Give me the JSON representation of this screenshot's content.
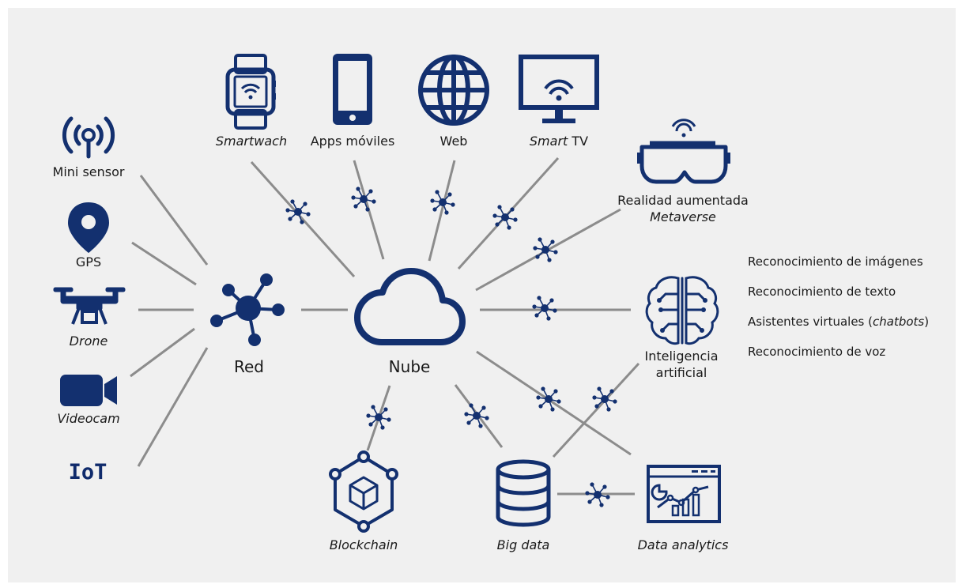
{
  "colors": {
    "navy": "#13306f",
    "line": "#8c8c8c",
    "bg": "#f0f0f0"
  },
  "hub": {
    "label": "Nube",
    "icon": "cloud-icon"
  },
  "network": {
    "label": "Red",
    "icon": "network-node-icon"
  },
  "sources": [
    {
      "label": "Mini sensor",
      "icon": "antenna-icon"
    },
    {
      "label": "GPS",
      "icon": "location-pin-icon"
    },
    {
      "label": "Drone",
      "icon": "drone-icon"
    },
    {
      "label": "Videocam",
      "icon": "videocam-icon"
    },
    {
      "label": "IoT"
    }
  ],
  "devices": [
    {
      "label": "Smartwach",
      "icon": "smartwatch-icon"
    },
    {
      "label": "Apps móviles",
      "icon": "smartphone-icon"
    },
    {
      "label": "Web",
      "icon": "globe-icon"
    },
    {
      "label_em": "Smart",
      "label_rest": " TV",
      "icon": "monitor-icon"
    }
  ],
  "vr": {
    "line1": "Realidad aumentada",
    "line2": "Metaverse",
    "icon": "vr-headset-icon"
  },
  "ai": {
    "line1": "Inteligencia",
    "line2": "artificial",
    "icon": "brain-circuit-icon",
    "apps": [
      {
        "text": "Reconocimiento de imágenes"
      },
      {
        "text": "Reconocimiento de texto"
      },
      {
        "text": "Asistentes virtuales (",
        "em": "chatbots",
        "tail": ")"
      },
      {
        "text": "Reconocimiento de voz"
      }
    ]
  },
  "bottom": [
    {
      "label": "Blockchain",
      "icon": "blockchain-cube-icon"
    },
    {
      "label": "Big data",
      "icon": "database-icon"
    },
    {
      "label": "Data analytics",
      "icon": "analytics-dashboard-icon"
    }
  ]
}
